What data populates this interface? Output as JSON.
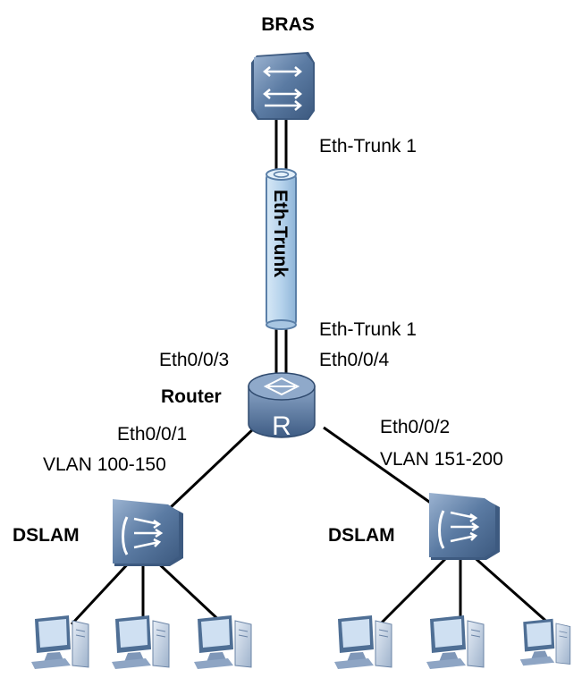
{
  "nodes": {
    "bras": {
      "label": "BRAS"
    },
    "router": {
      "label": "Router"
    },
    "dslam_left": {
      "label": "DSLAM"
    },
    "dslam_right": {
      "label": "DSLAM"
    }
  },
  "trunk": {
    "label": "Eth-Trunk",
    "top_label": "Eth-Trunk 1",
    "bottom_label": "Eth-Trunk 1"
  },
  "ports": {
    "eth003": "Eth0/0/3",
    "eth004": "Eth0/0/4",
    "eth001": "Eth0/0/1",
    "eth002": "Eth0/0/2"
  },
  "vlans": {
    "left": "VLAN 100-150",
    "right": "VLAN 151-200"
  },
  "colors": {
    "device_blue": "#4f6f95",
    "device_light": "#8fa8c8",
    "trunk_fill": "#bfd9ef",
    "trunk_stroke": "#5a7fa8",
    "link": "#000000"
  }
}
